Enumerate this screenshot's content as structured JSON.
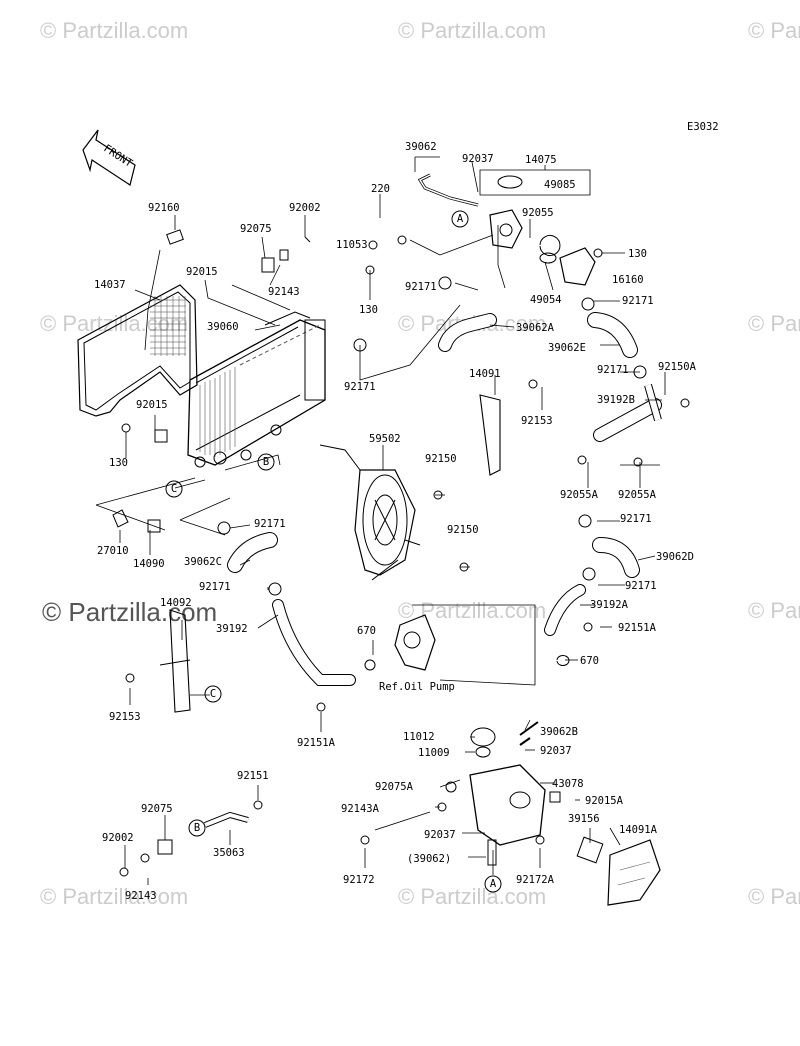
{
  "watermark": "© Partzilla.com",
  "diagram_code": "E3032",
  "front_label": "FRONT",
  "ref_oil_pump": "Ref.Oil Pump",
  "callouts": [
    "A",
    "B",
    "C"
  ],
  "parts": {
    "p14075": "14075",
    "p39062": "39062",
    "p92037_top": "92037",
    "p49085": "49085",
    "p220": "220",
    "p92055": "92055",
    "p11053": "11053",
    "p130_a": "130",
    "p16160": "16160",
    "p92171_a": "92171",
    "p49054": "49054",
    "p92171_b": "92171",
    "p130_b": "130",
    "p39062A": "39062A",
    "p39062E": "39062E",
    "p92160": "92160",
    "p92002_top": "92002",
    "p92075_top": "92075",
    "p92143_top": "92143",
    "p92015_top": "92015",
    "p14037": "14037",
    "p39060": "39060",
    "p92171_c": "92171",
    "p14091": "14091",
    "p92153_top": "92153",
    "p92171_d": "92171",
    "p92150A": "92150A",
    "p39192B": "39192B",
    "p92015_mid": "92015",
    "p130_c": "130",
    "p59502": "59502",
    "p92150_a": "92150",
    "p92055A_a": "92055A",
    "p92055A_b": "92055A",
    "p27010": "27010",
    "p14090": "14090",
    "p92171_e": "92171",
    "p39062C": "39062C",
    "p92150_b": "92150",
    "p92171_f": "92171",
    "p39062D": "39062D",
    "p92171_g": "92171",
    "p14092": "14092",
    "p39192": "39192",
    "p92171_h": "92171",
    "p39192A": "39192A",
    "p670_a": "670",
    "p92151A_a": "92151A",
    "p670_b": "670",
    "p92153_bot": "92153",
    "p92151A_b": "92151A",
    "p11012": "11012",
    "p39062B": "39062B",
    "p11009": "11009",
    "p92037_mid": "92037",
    "p92075A": "92075A",
    "p43078": "43078",
    "p92143A": "92143A",
    "p92015A": "92015A",
    "p39156": "39156",
    "p14091A": "14091A",
    "p92037_bot": "92037",
    "p39062_paren": "(39062)",
    "p92172": "92172",
    "p92172A": "92172A",
    "p92151": "92151",
    "p92075_bot": "92075",
    "p92002_bot": "92002",
    "p35063": "35063",
    "p92143_bot": "92143"
  }
}
